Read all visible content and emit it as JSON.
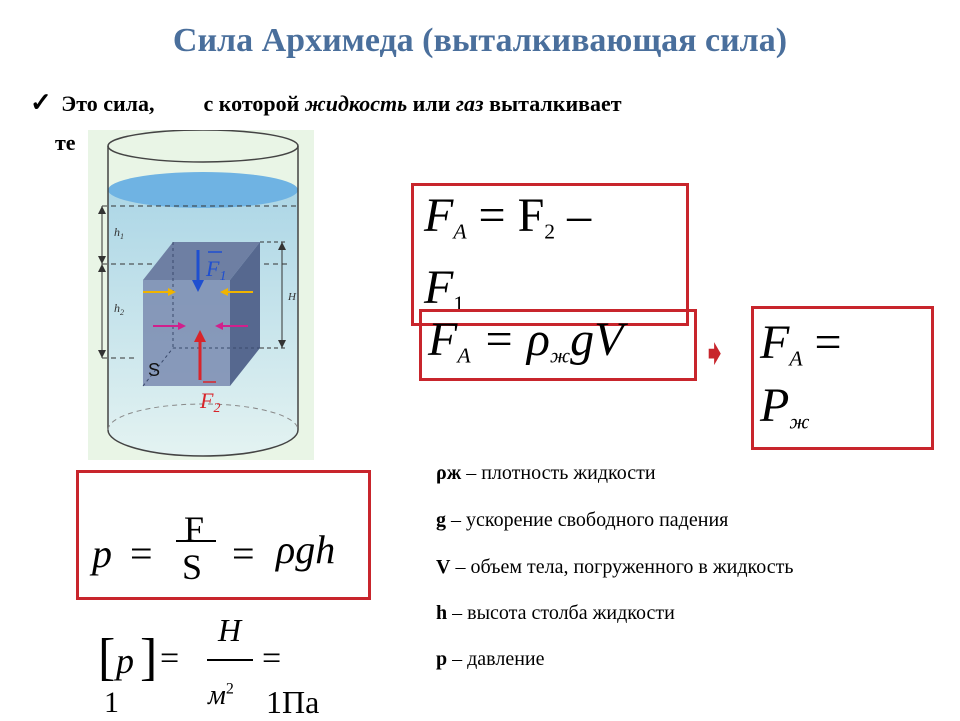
{
  "title": "Сила Архимеда (выталкивающая сила)",
  "bullet": {
    "p1": "Это сила,",
    "p2": "с которой",
    "p3": "жидкость",
    "p4": "или",
    "p5": "газ",
    "p6": "выталкивает",
    "cont": "те"
  },
  "illustration": {
    "h1": "h",
    "h1_sub": "1",
    "h2": "h",
    "h2_sub": "2",
    "H": "H",
    "S": "S",
    "F1": "F",
    "F1_sub": "1",
    "F2": "F",
    "F2_sub": "2"
  },
  "formulas": {
    "f1_lhs": "F",
    "f1_lhs_sub": "A",
    "f1_rhs1": "= F",
    "f1_rhs1_sub": "2",
    "f1_minus": "–",
    "f1_rhs2": "F",
    "f1_rhs2_sub": "1",
    "f2_lhs": "F",
    "f2_lhs_sub": "A",
    "f2_eq": "= ρ",
    "f2_rho_sub": "ж",
    "f2_tail": "gV",
    "f3_lhs": "F",
    "f3_lhs_sub": "A",
    "f3_eq": "=",
    "f3_rhs": "P",
    "f3_rhs_sub": "ж",
    "f4_p": "p",
    "f4_eq1": "=",
    "f4_num": "F",
    "f4_den": "S",
    "f4_eq2": "=",
    "f4_rhs": "ρgh",
    "unit_p": "p",
    "unit_eq": "=",
    "unit_num": "Н",
    "unit_den": "м",
    "unit_den_pow": "2",
    "unit_eq2": "=",
    "unit_rhs": "1Па",
    "unit_one": "1"
  },
  "definitions": [
    {
      "sym": "ρж",
      "text": " – плотность жидкости"
    },
    {
      "sym": "g",
      "text": " – ускорение свободного падения"
    },
    {
      "sym": "V",
      "text": " – объем тела, погруженного в жидкость"
    },
    {
      "sym": "h",
      "text": " – высота столба жидкости"
    },
    {
      "sym": "p",
      "text": " – давление"
    }
  ],
  "colors": {
    "title": "#4a6f9c",
    "frame": "#c8252c",
    "water": "#8fc6e8",
    "cube": "#5a6c90",
    "arrow_blue": "#1f4fd0",
    "arrow_red": "#d8242a",
    "arrow_yellow": "#f0b400",
    "arrow_magenta": "#d0208c"
  },
  "icons": {
    "bullet": "checkmark-icon",
    "arrow": "right-arrow-icon"
  }
}
